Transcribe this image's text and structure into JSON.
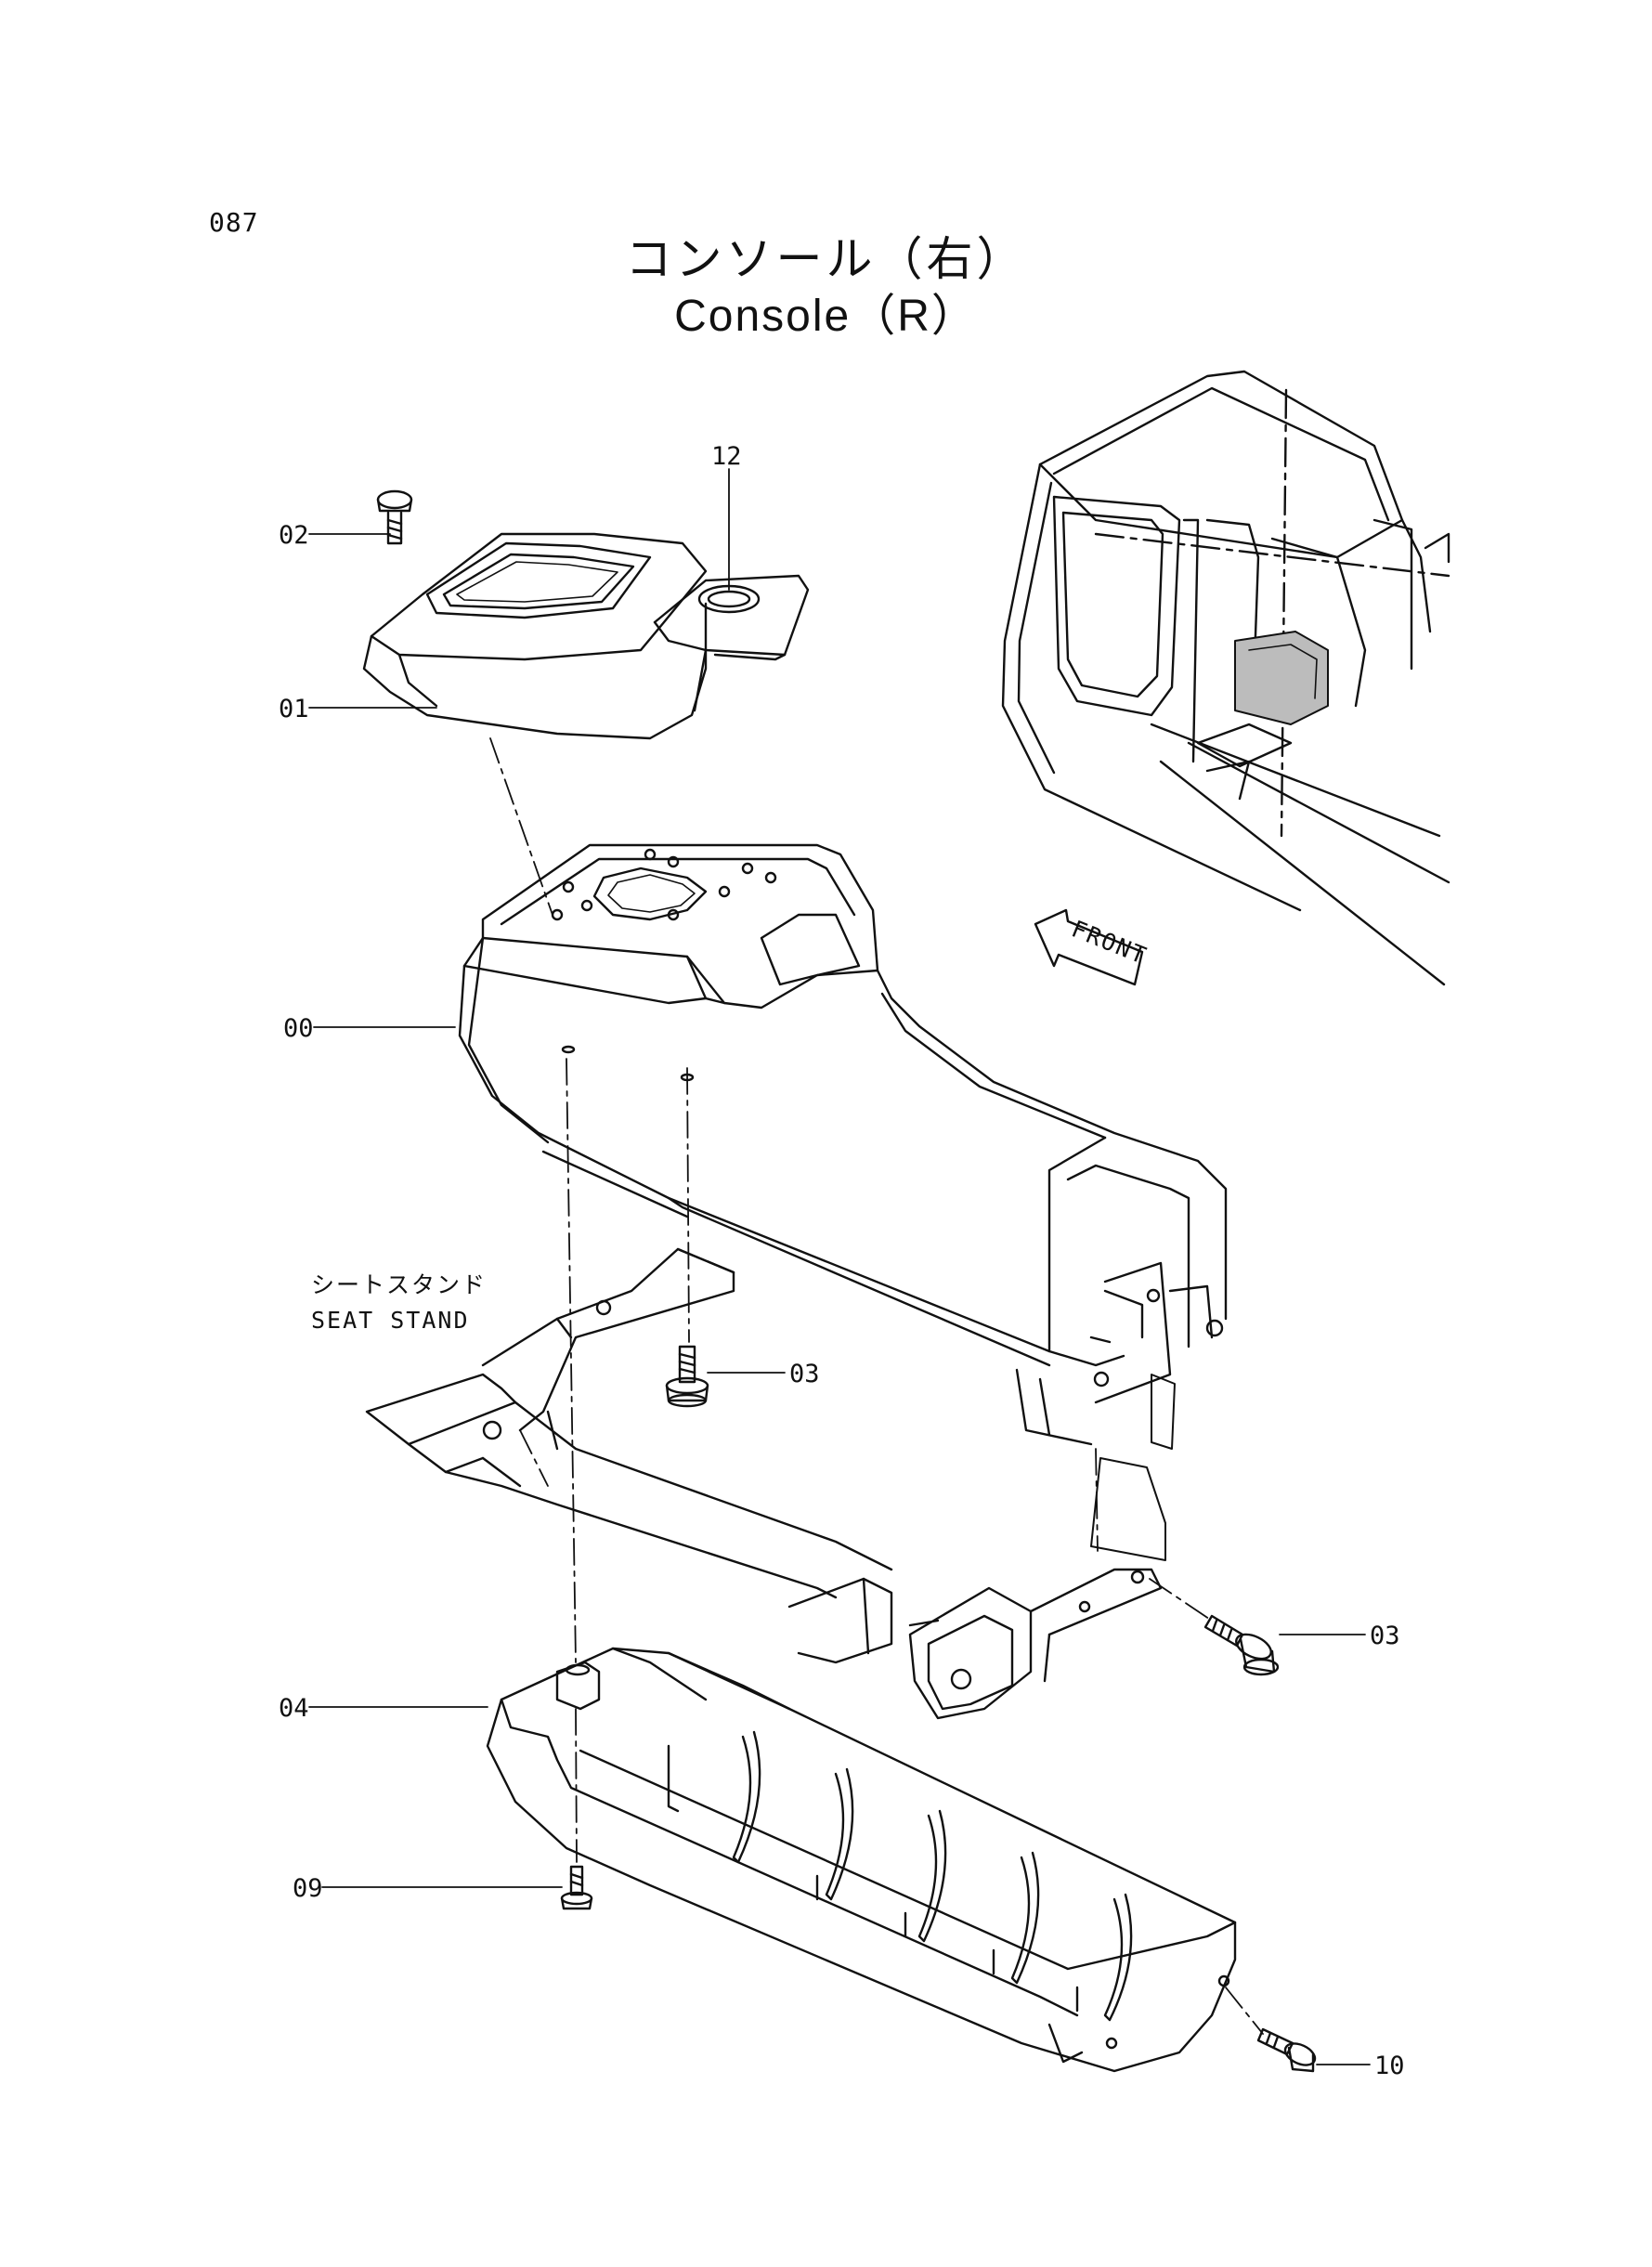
{
  "page": {
    "number": "087",
    "title_jp": "コンソール（右）",
    "title_en": "Console（R）"
  },
  "labels": {
    "seat_stand_jp": "シートスタンド",
    "seat_stand_en": "SEAT STAND",
    "front": "FRONT"
  },
  "callouts": {
    "c00": "00",
    "c01": "01",
    "c02": "02",
    "c03a": "03",
    "c03b": "03",
    "c04": "04",
    "c09": "09",
    "c10": "10",
    "c12": "12"
  },
  "colors": {
    "line": "#111111",
    "background": "#ffffff"
  }
}
